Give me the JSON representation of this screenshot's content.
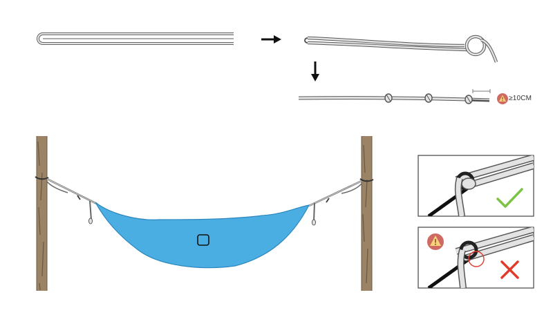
{
  "annotations": {
    "min_length_label": "≥10CM"
  },
  "icons": {
    "warning": "warning-triangle-icon",
    "check": "check-mark-icon",
    "cross": "cross-mark-icon"
  },
  "colors": {
    "hammock": "#4aaee3",
    "hammock_edge": "#2c86bf",
    "rope_fill": "#e3e3e3",
    "rope_stroke": "#555555",
    "warning_badge": "#cf6a63",
    "check": "#7cc243",
    "cross": "#e23a2a",
    "tree": "#9b8466",
    "tree_dark": "#6e5a44"
  },
  "panels": {
    "correct": {
      "result": "correct"
    },
    "incorrect": {
      "result": "incorrect"
    }
  }
}
